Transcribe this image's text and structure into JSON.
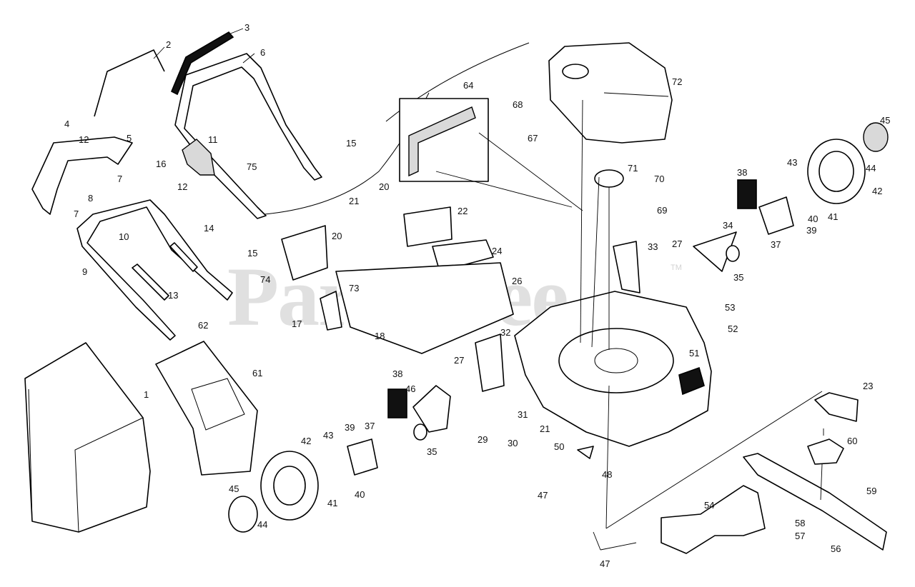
{
  "watermark": {
    "text": "PartsTree",
    "mark": "TM"
  },
  "callouts": [
    {
      "id": "c2",
      "label": "2"
    },
    {
      "id": "c3",
      "label": "3"
    },
    {
      "id": "c4",
      "label": "4"
    },
    {
      "id": "c5",
      "label": "5"
    },
    {
      "id": "c6",
      "label": "6"
    },
    {
      "id": "c7a",
      "label": "7"
    },
    {
      "id": "c7b",
      "label": "7"
    },
    {
      "id": "c8",
      "label": "8"
    },
    {
      "id": "c9",
      "label": "9"
    },
    {
      "id": "c10",
      "label": "10"
    },
    {
      "id": "c11",
      "label": "11"
    },
    {
      "id": "c12a",
      "label": "12"
    },
    {
      "id": "c12b",
      "label": "12"
    },
    {
      "id": "c13",
      "label": "13"
    },
    {
      "id": "c14",
      "label": "14"
    },
    {
      "id": "c15a",
      "label": "15"
    },
    {
      "id": "c15b",
      "label": "15"
    },
    {
      "id": "c16",
      "label": "16"
    },
    {
      "id": "c17",
      "label": "17"
    },
    {
      "id": "c18",
      "label": "18"
    },
    {
      "id": "c20a",
      "label": "20"
    },
    {
      "id": "c20b",
      "label": "20"
    },
    {
      "id": "c21a",
      "label": "21"
    },
    {
      "id": "c21b",
      "label": "21"
    },
    {
      "id": "c22",
      "label": "22"
    },
    {
      "id": "c23",
      "label": "23"
    },
    {
      "id": "c24",
      "label": "24"
    },
    {
      "id": "c26",
      "label": "26"
    },
    {
      "id": "c27a",
      "label": "27"
    },
    {
      "id": "c27b",
      "label": "27"
    },
    {
      "id": "c29",
      "label": "29"
    },
    {
      "id": "c30",
      "label": "30"
    },
    {
      "id": "c31",
      "label": "31"
    },
    {
      "id": "c32",
      "label": "32"
    },
    {
      "id": "c33",
      "label": "33"
    },
    {
      "id": "c34",
      "label": "34"
    },
    {
      "id": "c35a",
      "label": "35"
    },
    {
      "id": "c35b",
      "label": "35"
    },
    {
      "id": "c37a",
      "label": "37"
    },
    {
      "id": "c37b",
      "label": "37"
    },
    {
      "id": "c38a",
      "label": "38"
    },
    {
      "id": "c38b",
      "label": "38"
    },
    {
      "id": "c39a",
      "label": "39"
    },
    {
      "id": "c39b",
      "label": "39"
    },
    {
      "id": "c40a",
      "label": "40"
    },
    {
      "id": "c40b",
      "label": "40"
    },
    {
      "id": "c41a",
      "label": "41"
    },
    {
      "id": "c41b",
      "label": "41"
    },
    {
      "id": "c42a",
      "label": "42"
    },
    {
      "id": "c42b",
      "label": "42"
    },
    {
      "id": "c43a",
      "label": "43"
    },
    {
      "id": "c43b",
      "label": "43"
    },
    {
      "id": "c44a",
      "label": "44"
    },
    {
      "id": "c44b",
      "label": "44"
    },
    {
      "id": "c45a",
      "label": "45"
    },
    {
      "id": "c45b",
      "label": "45"
    },
    {
      "id": "c46",
      "label": "46"
    },
    {
      "id": "c47a",
      "label": "47"
    },
    {
      "id": "c47b",
      "label": "47"
    },
    {
      "id": "c48",
      "label": "48"
    },
    {
      "id": "c50",
      "label": "50"
    },
    {
      "id": "c51",
      "label": "51"
    },
    {
      "id": "c52",
      "label": "52"
    },
    {
      "id": "c53",
      "label": "53"
    },
    {
      "id": "c54",
      "label": "54"
    },
    {
      "id": "c56",
      "label": "56"
    },
    {
      "id": "c57",
      "label": "57"
    },
    {
      "id": "c58",
      "label": "58"
    },
    {
      "id": "c59",
      "label": "59"
    },
    {
      "id": "c60",
      "label": "60"
    },
    {
      "id": "c61",
      "label": "61"
    },
    {
      "id": "c62",
      "label": "62"
    },
    {
      "id": "c64",
      "label": "64"
    },
    {
      "id": "c67",
      "label": "67"
    },
    {
      "id": "c68",
      "label": "68"
    },
    {
      "id": "c69",
      "label": "69"
    },
    {
      "id": "c70",
      "label": "70"
    },
    {
      "id": "c71",
      "label": "71"
    },
    {
      "id": "c72",
      "label": "72"
    },
    {
      "id": "c73",
      "label": "73"
    },
    {
      "id": "c74",
      "label": "74"
    },
    {
      "id": "c75",
      "label": "75"
    },
    {
      "id": "c1",
      "label": "1"
    }
  ]
}
